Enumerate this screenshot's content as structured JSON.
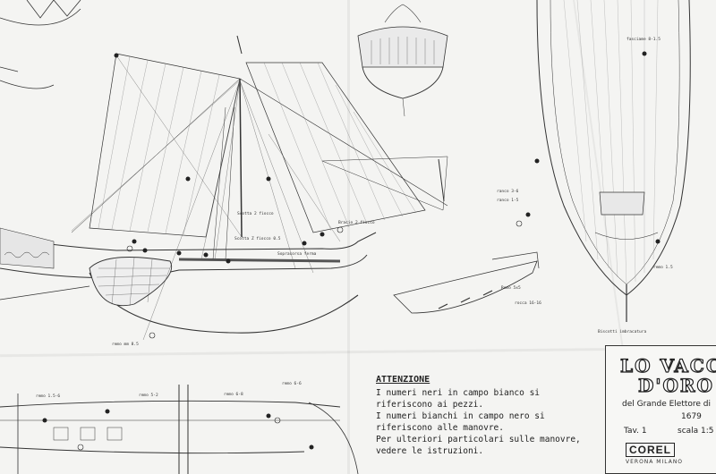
{
  "note": {
    "title": "ATTENZIONE",
    "lines": [
      "I numeri neri in campo bianco si riferiscono ai pezzi.",
      "I numeri bianchi in campo nero si riferiscono alle manovre.",
      "Per ulteriori particolari sulle manovre, vedere le istruzioni."
    ]
  },
  "title_block": {
    "title_line1": "LO VACC",
    "title_line2": "D'ORO",
    "subtitle": "del Grande Elettore di",
    "year": "1679",
    "sheet": "Tav. 1",
    "scale": "scala 1:5",
    "logo": "COREL",
    "city": "VERONA MILANO"
  },
  "drawing_labels": {
    "sail_left_a": "Scotta Z fiocco 0.5",
    "sail_left_b": "Scotta 2 fiocco",
    "sail_right": "Bracio 2 fiocco",
    "hull_bottom": "remo mm 8.5",
    "boat_a": "Remo 5x5",
    "boat_b": "rocca 16-16",
    "deck_a": "fasciame 8-1.5",
    "deck_b": "Biscotti imbracatura",
    "stern_a": "remo 1.5",
    "hull_rib": "Sopracorsa ferma",
    "lower_a": "remo 1.5-6",
    "lower_b": "remo 5-2",
    "lower_c": "remo 6-8",
    "lower_d": "remo 6-6",
    "side_a": "ranco 3-6",
    "side_b": "ranco 1-5"
  }
}
